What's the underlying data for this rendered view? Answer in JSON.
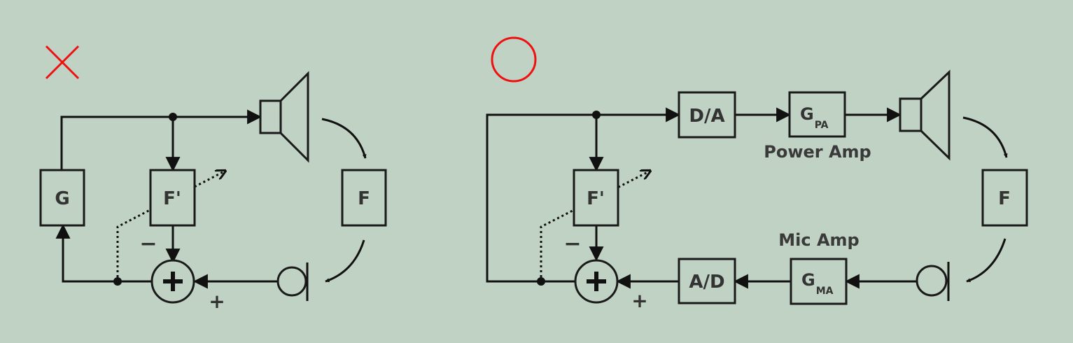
{
  "colors": {
    "background": "#c0d2c3",
    "wrong_mark": "#ee1111",
    "correct_mark": "#ee1111",
    "line": "#111111",
    "text": "#333333"
  },
  "icons": {
    "wrong": "cross-mark-icon",
    "correct": "circle-mark-icon",
    "speaker": "speaker-icon",
    "microphone": "microphone-icon",
    "adder": "summing-junction-icon"
  },
  "left": {
    "gain_label": "G",
    "filter_label": "F'",
    "path_label": "F",
    "minus": "−",
    "plus": "+"
  },
  "right": {
    "da_label": "D/A",
    "ad_label": "A/D",
    "power_gain_main": "G",
    "power_gain_sub": "PA",
    "mic_gain_main": "G",
    "mic_gain_sub": "MA",
    "power_amp_caption": "Power Amp",
    "mic_amp_caption": "Mic Amp",
    "filter_label": "F'",
    "path_label": "F",
    "minus": "−",
    "plus": "+"
  }
}
